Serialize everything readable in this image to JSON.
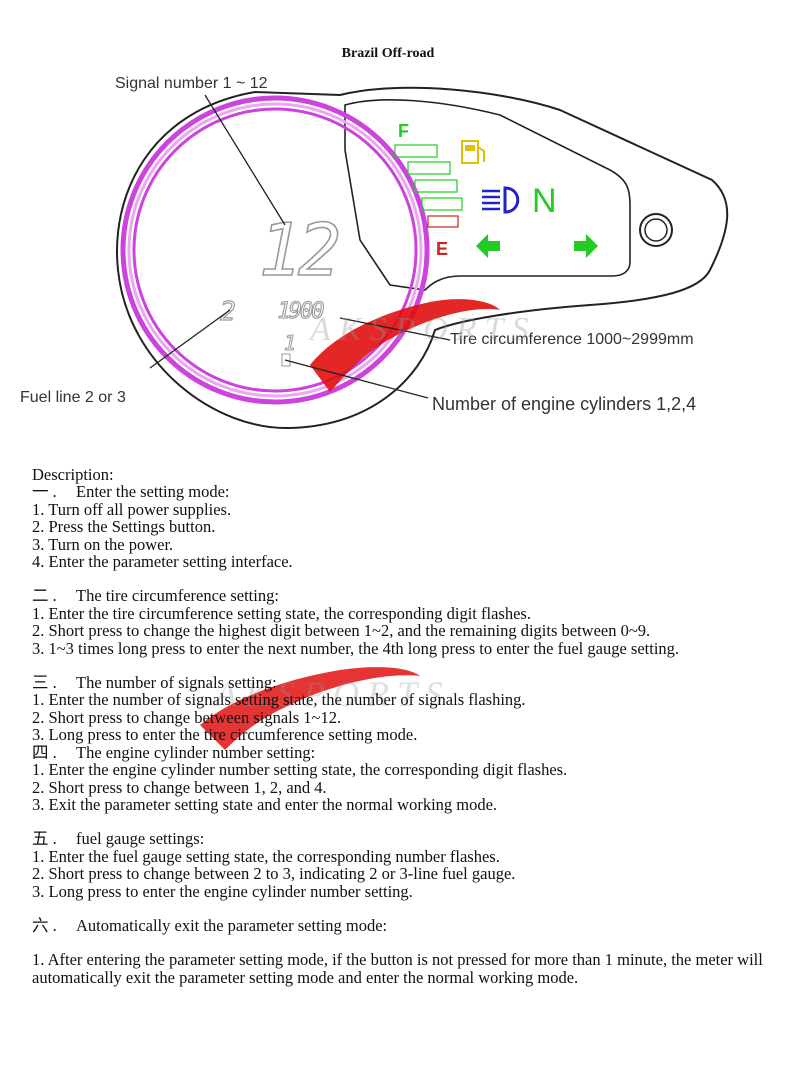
{
  "title": "Brazil Off-road",
  "callouts": {
    "signal": "Signal number 1 ~ 12",
    "tire": "Tire circumference 1000~2999mm",
    "fuel": "Fuel line 2 or 3",
    "cylinders": "Number of engine cylinders 1,2,4"
  },
  "display": {
    "signal_digits": "12",
    "tire_digits": "1900",
    "fuel_digit": "2",
    "cyl_digit": "1",
    "gear_neutral": "N",
    "fuel_full": "F",
    "fuel_empty": "E"
  },
  "watermark": "AKSPORTS",
  "colors": {
    "ring": "#cc44dd",
    "green": "#22cc22",
    "blue": "#2222cc",
    "yellow": "#e0c000",
    "red": "#cc2222",
    "wm_red": "#e01010"
  },
  "icons": [
    "fuel-pump-icon",
    "headlight-icon",
    "left-arrow-icon",
    "right-arrow-icon",
    "knob-icon"
  ],
  "description": {
    "heading": "Description:",
    "sections": [
      {
        "marker": "一 .",
        "title": "Enter the setting mode:",
        "items": [
          "1. Turn off all power supplies.",
          "2. Press the Settings button.",
          "3. Turn on the power.",
          "4. Enter the parameter setting interface."
        ]
      },
      {
        "marker": "二 .",
        "title": "The tire circumference setting:",
        "items": [
          "1. Enter the tire circumference setting state, the corresponding digit flashes.",
          "2. Short press to change the highest digit between 1~2, and the remaining digits between 0~9.",
          "3. 1~3 times long press to enter the next number, the 4th long press to enter the fuel gauge setting."
        ]
      },
      {
        "marker": "三 .",
        "title": "The number of signals setting:",
        "items": [
          "1. Enter the number of signals setting state, the number of signals flashing.",
          "2. Short press to change between signals 1~12.",
          "3. Long press to enter the tire circumference setting mode."
        ]
      },
      {
        "marker": "四 .",
        "title": "The engine cylinder number setting:",
        "items": [
          "1. Enter the engine cylinder number setting state, the corresponding digit flashes.",
          "2. Short press to change between 1, 2, and 4.",
          "3. Exit the parameter setting state and enter the normal working mode."
        ]
      },
      {
        "marker": "五 .",
        "title": "fuel gauge settings:",
        "items": [
          "1. Enter the fuel gauge setting state, the corresponding number flashes.",
          "2. Short press to change between 2 to 3, indicating 2 or 3-line fuel gauge.",
          "3. Long press to enter the engine cylinder number setting."
        ]
      },
      {
        "marker": "六 .",
        "title": "Automatically exit the parameter setting mode:",
        "items": [
          "1. After entering the parameter setting mode, if the button is not pressed for more than 1 minute, the meter will automatically exit the parameter setting mode and enter the normal working mode."
        ]
      }
    ]
  }
}
